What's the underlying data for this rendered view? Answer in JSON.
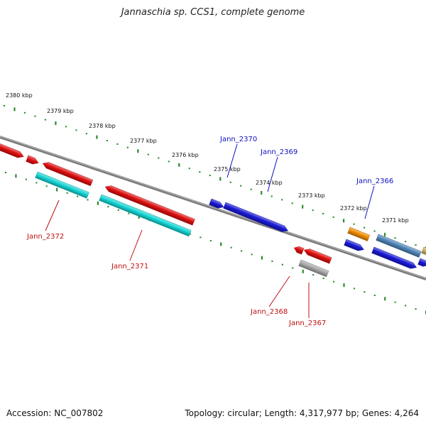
{
  "title": "Jannaschia sp. CCS1, complete genome",
  "footer": {
    "accession": "Accession: NC_007802",
    "summary": "Topology: circular; Length: 4,317,977 bp; Genes: 4,264"
  },
  "colors": {
    "backbone": "#7a7a7a",
    "tick": "#2e8b2e",
    "forward_label": "#1010c0",
    "reverse_label": "#c01010"
  },
  "kbp_labels": [
    "2380 kbp",
    "2379 kbp",
    "2378 kbp",
    "2377 kbp",
    "2376 kbp",
    "2375 kbp",
    "2374 kbp",
    "2373 kbp",
    "2372 kbp",
    "2371 kbp"
  ],
  "genes": [
    {
      "name": "Jann_2370",
      "strand": "forward",
      "color": "#1a1ad6"
    },
    {
      "name": "Jann_2369",
      "strand": "forward",
      "color": "#1a1ad6"
    },
    {
      "name": "Jann_2366",
      "strand": "forward",
      "color": "#4f86b8"
    },
    {
      "name": "Jann_2372",
      "strand": "reverse",
      "color": "#16d6d6"
    },
    {
      "name": "Jann_2371",
      "strand": "reverse",
      "color": "#16d6d6"
    },
    {
      "name": "Jann_2368",
      "strand": "reverse",
      "color": "#e01010"
    },
    {
      "name": "Jann_2367",
      "strand": "reverse",
      "color": "#a8a8a8"
    }
  ]
}
